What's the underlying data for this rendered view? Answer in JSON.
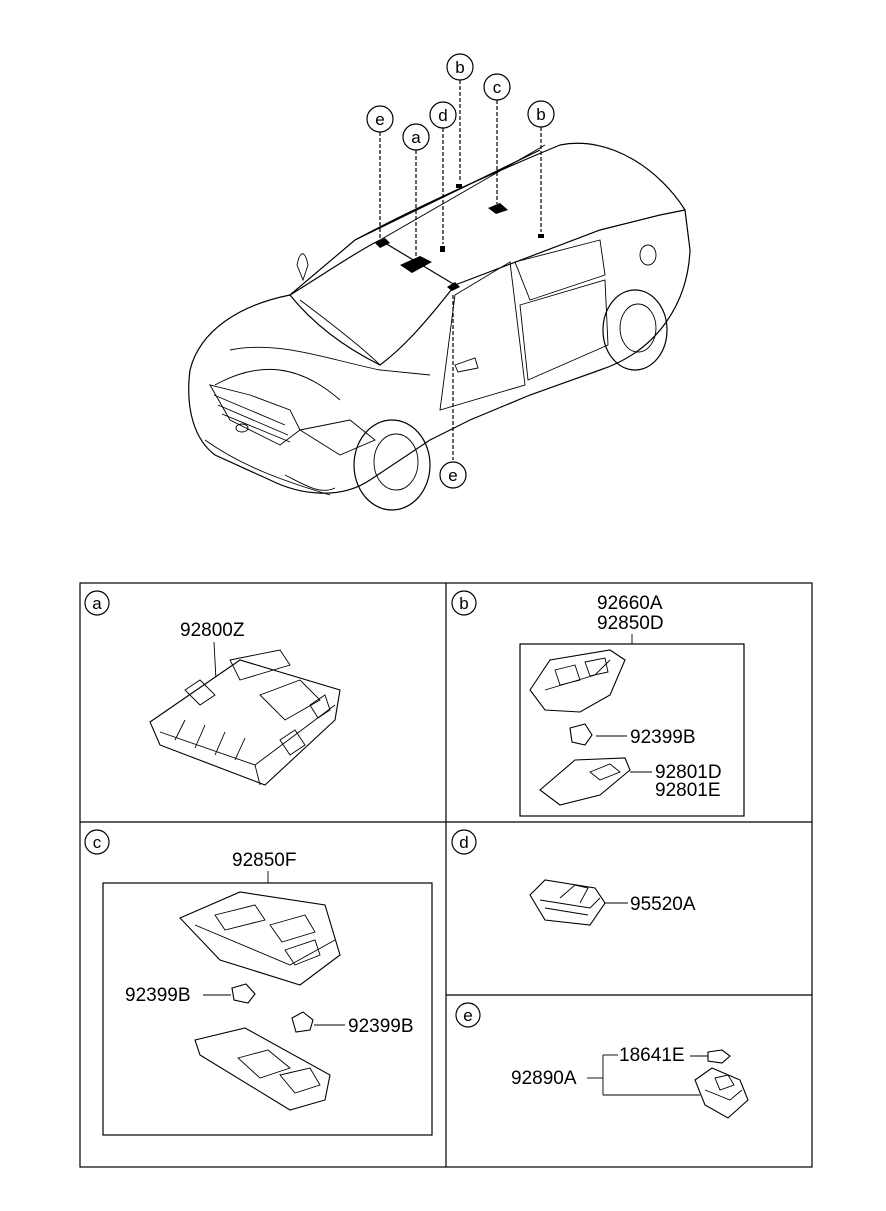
{
  "car_callouts": {
    "e_left": "e",
    "a": "a",
    "d": "d",
    "b_top": "b",
    "c": "c",
    "b_right": "b",
    "e_bottom": "e"
  },
  "panels": {
    "a": {
      "tag": "a",
      "part": "92800Z"
    },
    "b": {
      "tag": "b",
      "top1": "92660A",
      "top2": "92850D",
      "bulb": "92399B",
      "lens1": "92801D",
      "lens2": "92801E"
    },
    "c": {
      "tag": "c",
      "top": "92850F",
      "bulb_left": "92399B",
      "bulb_right": "92399B"
    },
    "d": {
      "tag": "d",
      "part": "95520A"
    },
    "e": {
      "tag": "e",
      "assy": "92890A",
      "bulb": "18641E"
    }
  }
}
